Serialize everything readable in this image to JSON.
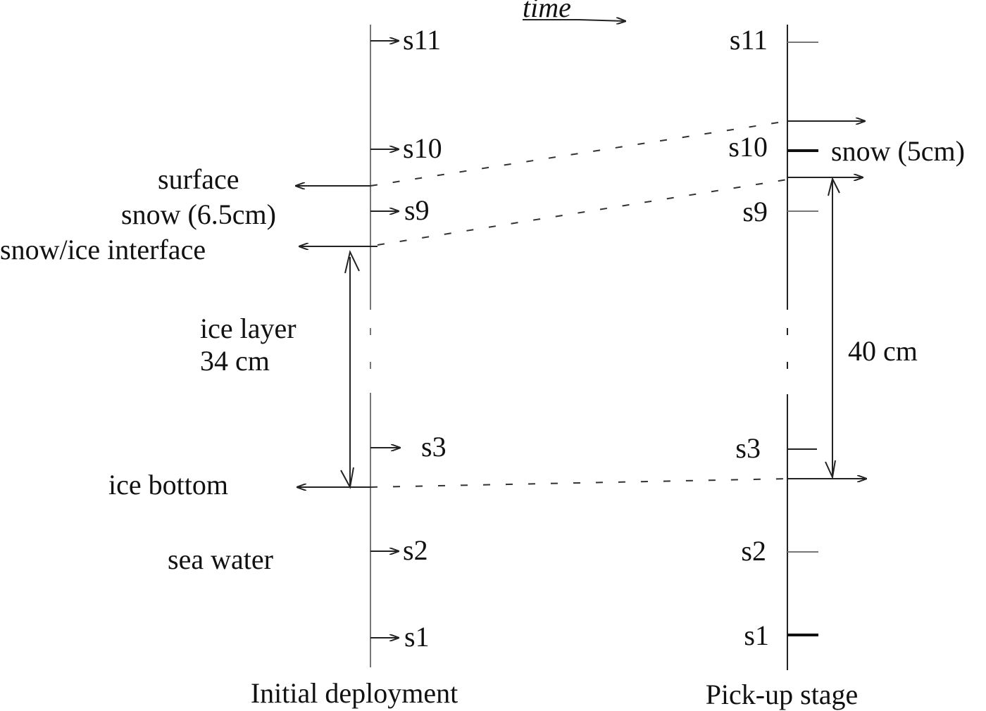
{
  "time_label": "time",
  "columns": {
    "left_title": "Initial deployment",
    "right_title": "Pick-up stage"
  },
  "sensors": {
    "s11": "s11",
    "s10": "s10",
    "s9": "s9",
    "s3": "s3",
    "s2": "s2",
    "s1": "s1"
  },
  "left_labels": {
    "surface": "surface",
    "snow": "snow (6.5cm)",
    "interface": "snow/ice interface",
    "ice_layer": "ice layer",
    "ice_thickness": "34 cm",
    "ice_bottom": "ice bottom",
    "sea_water": "sea water"
  },
  "right_labels": {
    "snow": "snow (5cm)",
    "ice_thickness": "40 cm"
  }
}
